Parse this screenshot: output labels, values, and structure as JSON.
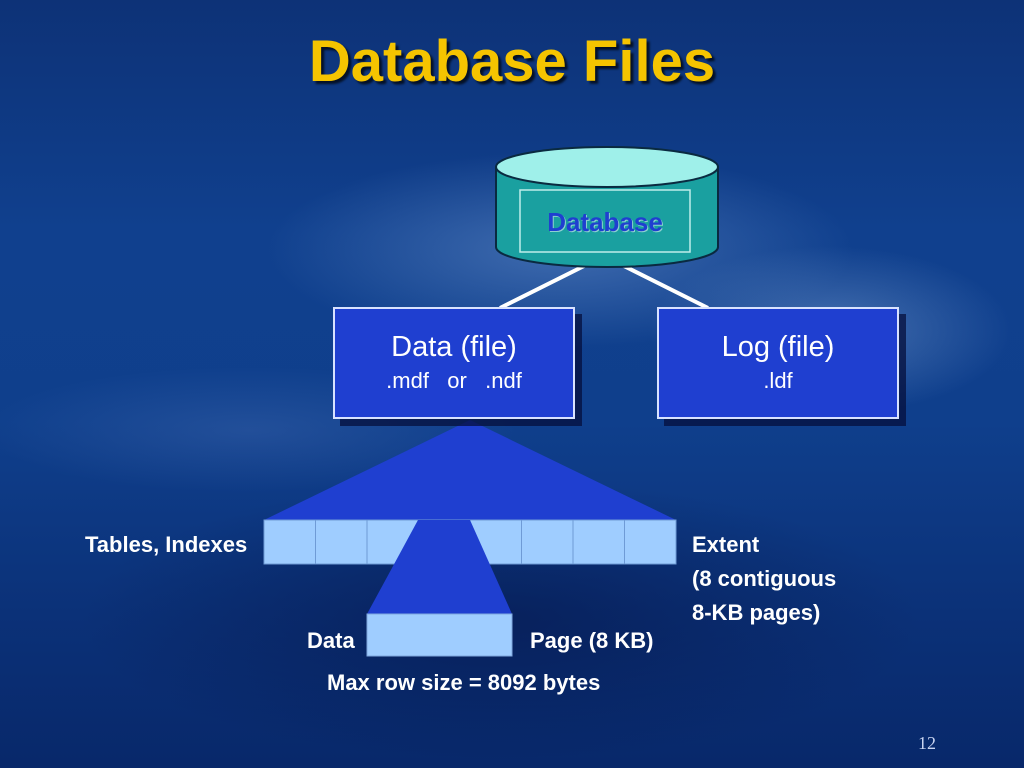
{
  "title": "Database Files",
  "database": {
    "label": "Database"
  },
  "data_file": {
    "title": "Data (file)",
    "extensions": ".mdf   or   .ndf"
  },
  "log_file": {
    "title": "Log (file)",
    "extensions": ".ldf"
  },
  "extent_left_label": "Tables, Indexes",
  "extent_right_label": {
    "line1": "Extent",
    "line2": "(8 contiguous",
    "line3": "8-KB pages)"
  },
  "page_left_label": "Data",
  "page_right_label": "Page (8 KB)",
  "max_row_note": "Max  row size = 8092 bytes",
  "slide_number": "12",
  "extent_pages": 8,
  "colors": {
    "title": "#f5c400",
    "box_fill": "#1f3fd0",
    "cylinder_fill": "#1aa0a0",
    "page_fill": "#9fcdff"
  }
}
